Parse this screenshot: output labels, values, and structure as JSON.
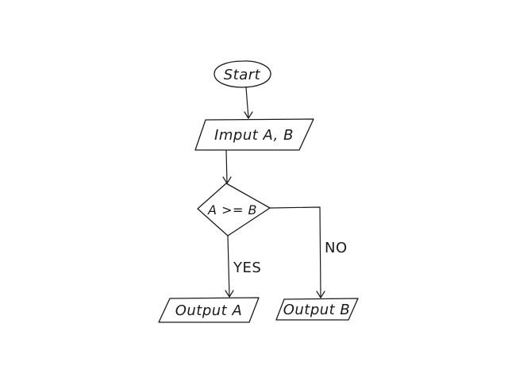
{
  "diagram": {
    "nodes": {
      "start": {
        "label": "Start",
        "shape": "ellipse"
      },
      "input": {
        "label": "Imput A, B",
        "shape": "parallelogram"
      },
      "decision": {
        "label": "A >= B",
        "shape": "diamond"
      },
      "output_a": {
        "label": "Output A",
        "shape": "parallelogram"
      },
      "output_b": {
        "label": "Output B",
        "shape": "parallelogram"
      }
    },
    "edges": {
      "yes_label": "YES",
      "no_label": "NO"
    },
    "colors": {
      "ink": "#1a1a1a",
      "background": "#ffffff"
    }
  }
}
